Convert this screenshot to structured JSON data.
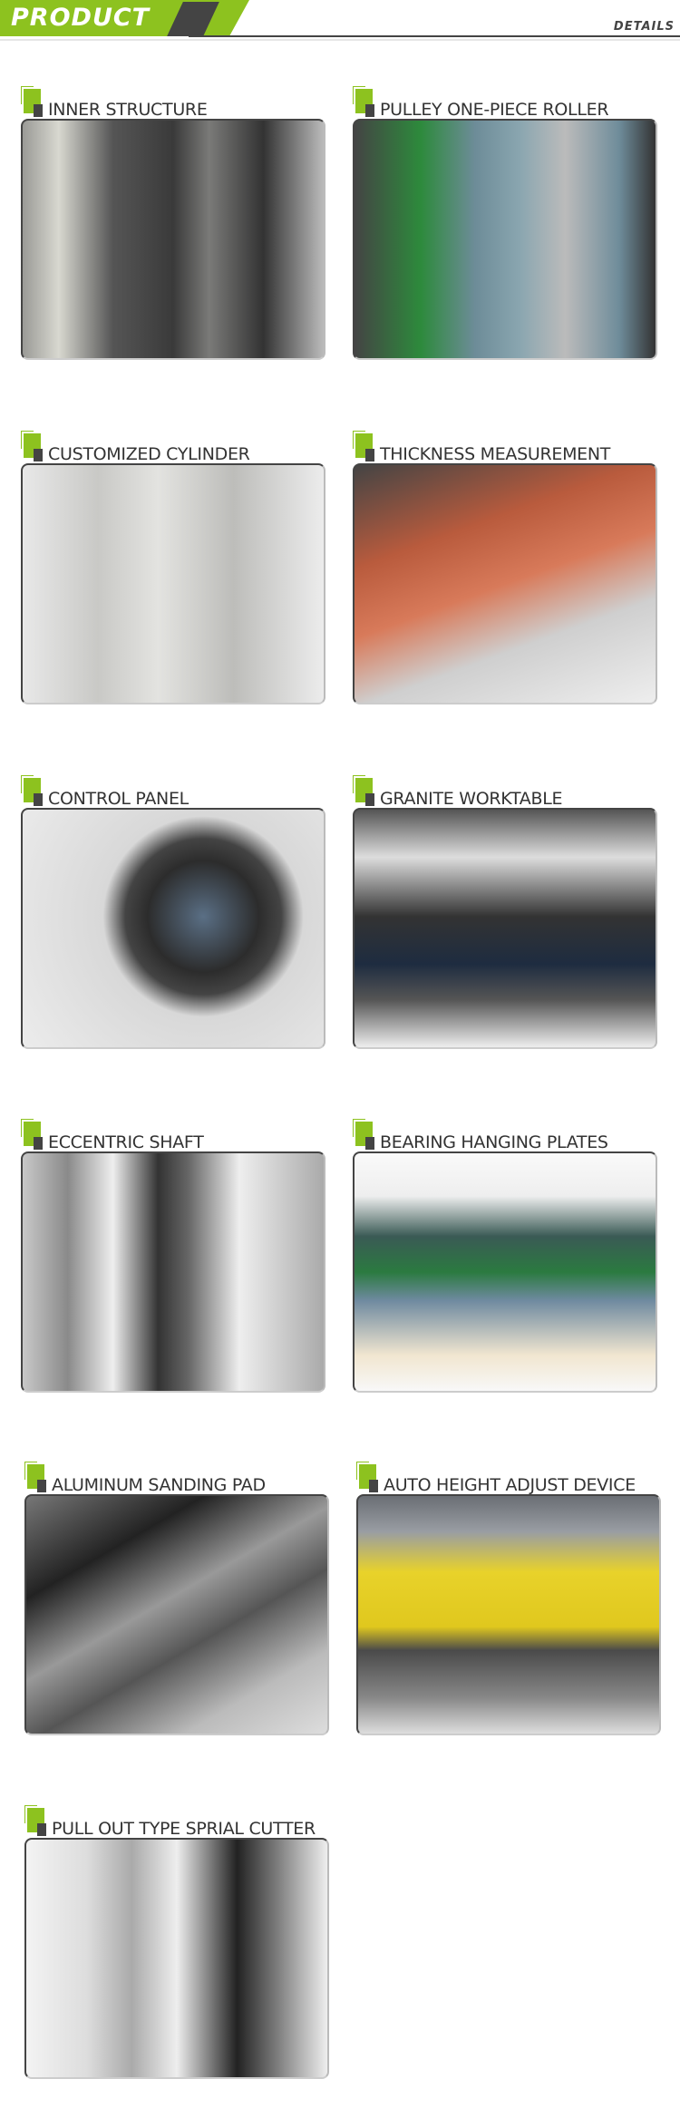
{
  "header": {
    "title": "PRODUCT",
    "subtitle": "DETAILS",
    "accent": "#8dc21f",
    "dark": "#444444"
  },
  "items": [
    {
      "label": "INNER STRUCTURE",
      "bg": "linear-gradient(90deg,#9a9a96 0%,#d8d8d0 12%,#555 30%,#3a3a3a 50%,#7a7a78 62%,#333 80%,#bbb 100%)"
    },
    {
      "label": "PULLEY ONE-PIECE ROLLER",
      "bg": "linear-gradient(90deg,#444 0%,#2d8a3c 22%,#6d8c98 40%,#8aa6b0 55%,#bbb 70%,#6e8c9a 88%,#333 100%)"
    },
    {
      "label": "CUSTOMIZED CYLINDER",
      "bg": "linear-gradient(90deg,#e8e8e8 0%,#c9c9c6 25%,#e3e3e0 45%,#bdbdba 70%,#ececec 100%)"
    },
    {
      "label": "THICKNESS MEASUREMENT",
      "bg": "linear-gradient(160deg,#444 0%,#b95b3d 30%,#d87a5a 50%,#cfcfcf 70%,#eee 100%)"
    },
    {
      "label": "CONTROL PANEL",
      "bg": "radial-gradient(circle at 60% 45%,#5a6f85 0%,#2c2c2c 25%,#444 35%,#d8d8d8 45%,#ececec 100%)"
    },
    {
      "label": "GRANITE WORKTABLE",
      "bg": "linear-gradient(180deg,#555 0%,#ddd 20%,#333 45%,#1e2c40 65%,#555 80%,#eee 100%)"
    },
    {
      "label": "ECCENTRIC SHAFT",
      "bg": "linear-gradient(90deg,#c8c8c8 0%,#8a8a8a 15%,#eee 30%,#333 45%,#666 55%,#eee 72%,#aaa 100%)"
    },
    {
      "label": "BEARING HANGING PLATES",
      "bg": "linear-gradient(180deg,#fafafa 0%,#eee 18%,#3a5a55 35%,#2b7a40 50%,#6f8aa0 62%,#f1e6d0 85%,#f8f8f8 100%)"
    },
    {
      "label": "ALUMINUM SANDING PAD",
      "bg": "linear-gradient(150deg,#777 0%,#222 25%,#999 45%,#555 60%,#bbb 80%,#ddd 100%)"
    },
    {
      "label": "AUTO HEIGHT ADJUST DEVICE",
      "bg": "linear-gradient(180deg,#6a6e74 0%,#999da3 15%,#e8d22a 32%,#e0c81e 55%,#4a4a4a 65%,#888 85%,#ddd 100%)"
    },
    {
      "label": "PULL OUT TYPE SPRIAL CUTTER",
      "bg": "linear-gradient(90deg,#f3f3f3 0%,#ddd 20%,#aaa 35%,#eee 50%,#222 70%,#888 85%,#eee 100%)"
    }
  ]
}
